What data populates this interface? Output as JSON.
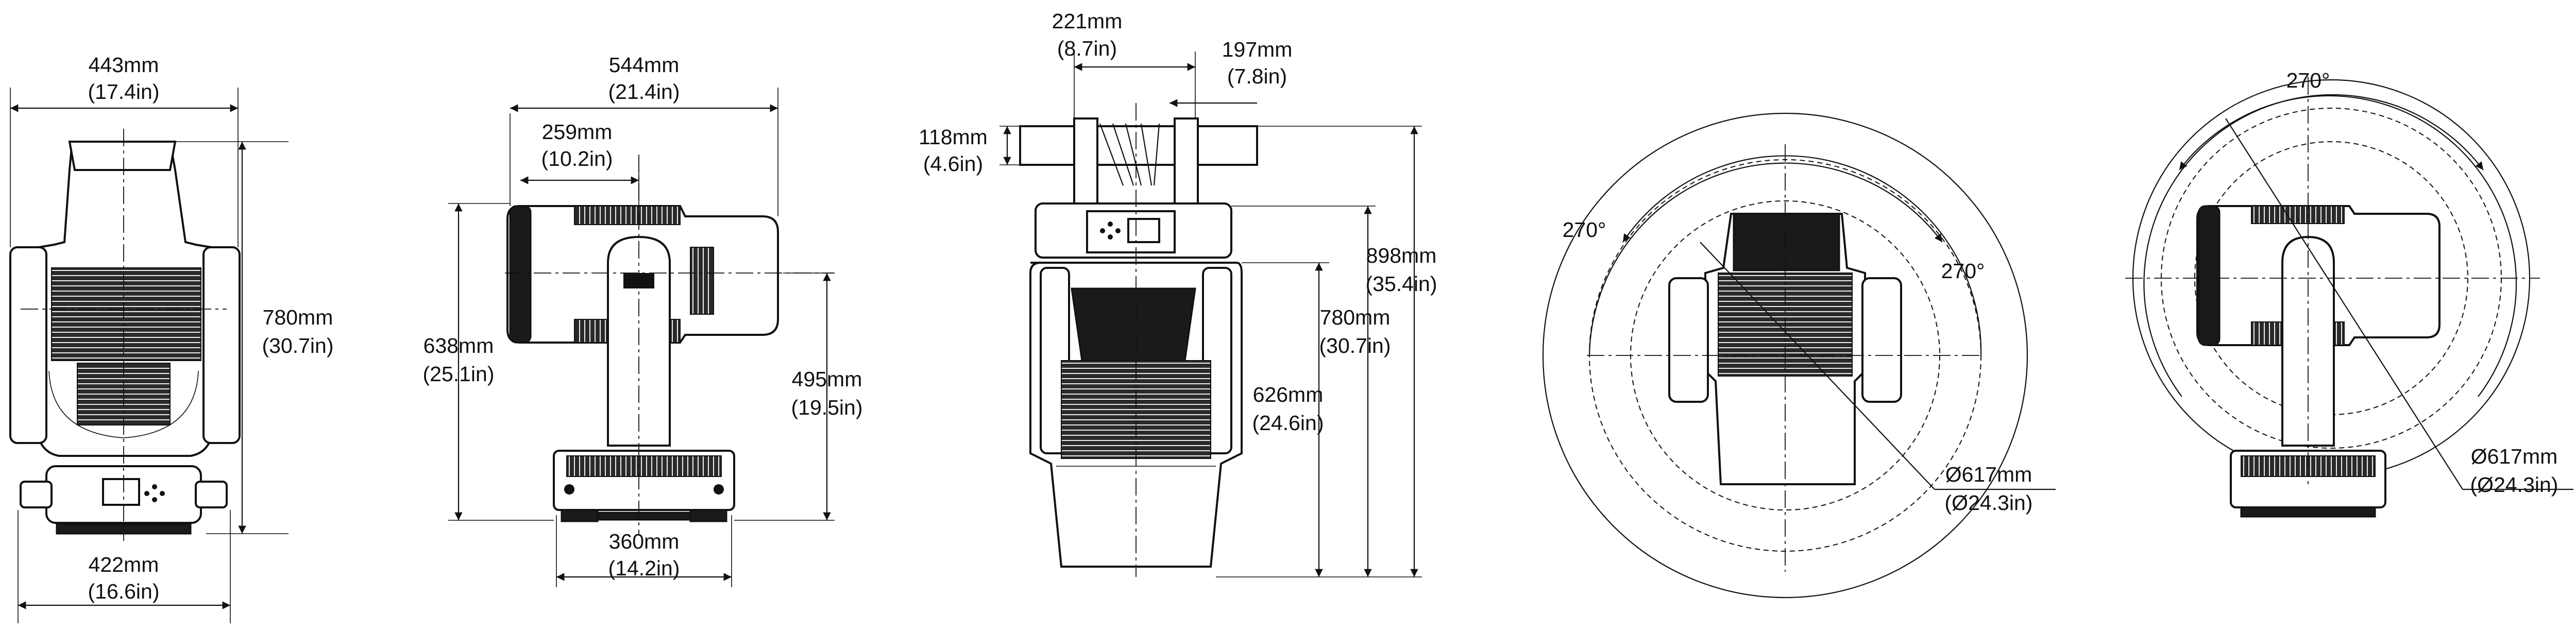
{
  "views": {
    "front": {
      "width_top": "443mm",
      "width_top_in": "(17.4in)",
      "height": "780mm",
      "height_in": "(30.7in)",
      "width_base": "422mm",
      "width_base_in": "(16.6in)"
    },
    "side": {
      "length": "544mm",
      "length_in": "(21.4in)",
      "offset": "259mm",
      "offset_in": "(10.2in)",
      "tilt_height": "638mm",
      "tilt_height_in": "(25.1in)",
      "axis_height": "495mm",
      "axis_height_in": "(19.5in)",
      "base_depth": "360mm",
      "base_depth_in": "(14.2in)"
    },
    "rigging": {
      "clamp_a": "221mm",
      "clamp_a_in": "(8.7in)",
      "clamp_b": "197mm",
      "clamp_b_in": "(7.8in)",
      "clamp_h": "118mm",
      "clamp_h_in": "(4.6in)",
      "total": "898mm",
      "total_in": "(35.4in)",
      "body": "780mm",
      "body_in": "(30.7in)",
      "lower": "626mm",
      "lower_in": "(24.6in)"
    },
    "swing_front": {
      "angle_left": "270°",
      "angle_right": "270°",
      "diameter": "Ø617mm",
      "diameter_in": "(Ø24.3in)"
    },
    "swing_side": {
      "angle_top": "270°",
      "diameter": "Ø617mm",
      "diameter_in": "(Ø24.3in)"
    }
  },
  "icons": [
    "control-panel-display-icon",
    "navigation-buttons-icon"
  ],
  "colors": {
    "line": "#111111",
    "background": "#ffffff",
    "vent": "#2a2a2a"
  }
}
